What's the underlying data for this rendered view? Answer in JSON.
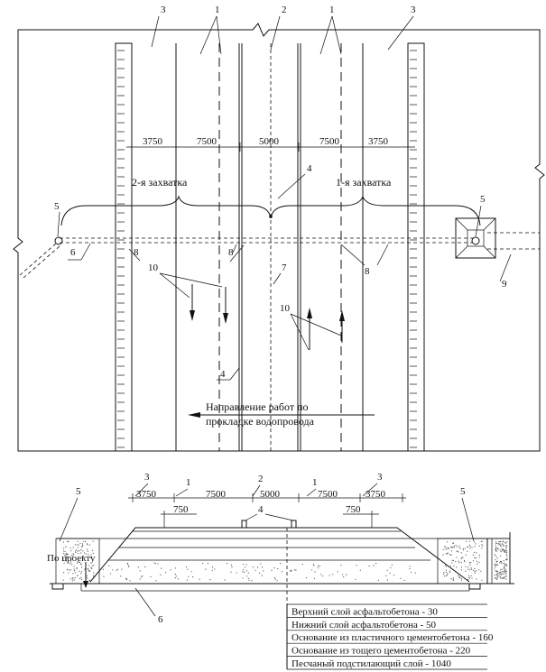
{
  "plan": {
    "zone_labels": {
      "shoulder_left": "3",
      "lane_left": "1",
      "median": "2",
      "lane_right": "1",
      "shoulder_right": "3"
    },
    "dims": [
      "3750",
      "7500",
      "5000",
      "7500",
      "3750"
    ],
    "stage_2": "2-я захватка",
    "stage_1": "1-я захватка",
    "callouts": {
      "c4_top": "4",
      "c4_bottom": "4",
      "c5_left": "5",
      "c5_right": "5",
      "c6": "6",
      "c7": "7",
      "c8_left": "8",
      "c8_mid": "8",
      "c8_right": "8",
      "c9": "9",
      "c10_left": "10",
      "c10_right": "10"
    },
    "direction_line1": "Направление работ по",
    "direction_line2": "прокладке водопровода"
  },
  "section": {
    "zone_labels": {
      "shoulder_left": "3",
      "lane_left": "1",
      "median": "2",
      "lane_right": "1",
      "shoulder_right": "3"
    },
    "dims": [
      "3750",
      "7500",
      "5000",
      "7500",
      "3750"
    ],
    "edge_dims": {
      "left": "750",
      "right": "750"
    },
    "callouts": {
      "c5_left": "5",
      "c5_right": "5",
      "c4": "4",
      "c6": "6"
    },
    "by_project": "По проекту"
  },
  "legend": [
    "Верхний слой асфальтобетона - 30",
    "Нижний слой асфальтобетона - 50",
    "Основание из пластичного цементобетона - 160",
    "Основание из тощего цементобетона - 220",
    "Песчаный подстилающий слой - 1040"
  ]
}
